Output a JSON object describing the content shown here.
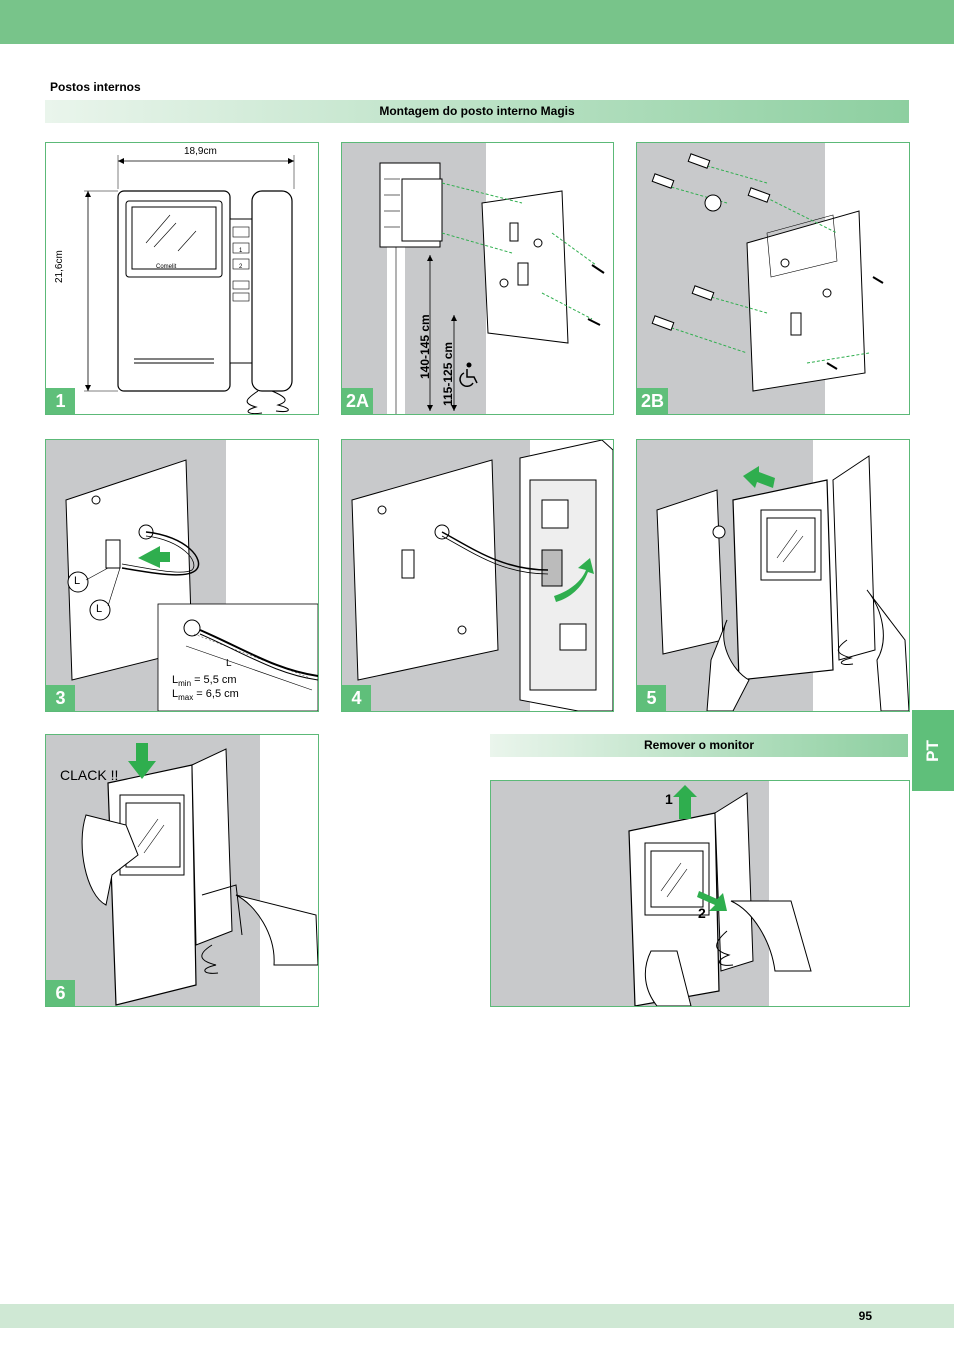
{
  "header": {
    "section": "Postos internos",
    "page_number": "95",
    "tab": "PT"
  },
  "bands": {
    "mount": "Montagem do posto interno Magis",
    "remove": "Remover o monitor"
  },
  "panels": {
    "p1": {
      "step": "1",
      "width_label": "18,9cm",
      "height_label": "21,6cm",
      "brand": "Comelit",
      "btn1": "1",
      "btn2": "2"
    },
    "p2a": {
      "step": "2A",
      "height_label_1": "140-145 cm",
      "height_label_2": "115-125 cm"
    },
    "p2b": {
      "step": "2B"
    },
    "p3": {
      "step": "3",
      "l_marker": "L",
      "l_marker_2": "L",
      "l_label": "L",
      "lmin_label": "L",
      "lmin_sub": "min",
      "lmin_value": " = 5,5 cm",
      "lmax_label": "L",
      "lmax_sub": "max",
      "lmax_value": " = 6,5 cm"
    },
    "p4": {
      "step": "4"
    },
    "p5": {
      "step": "5"
    },
    "p6": {
      "step": "6",
      "clack": "CLACK !!"
    },
    "remove": {
      "step_1": "1",
      "step_2": "2"
    }
  },
  "colors": {
    "accent_green": "#5fbf7a",
    "top_bar": "#78c48a",
    "arrow_green": "#2fae4e",
    "wall_gray": "#c8c9cb"
  }
}
